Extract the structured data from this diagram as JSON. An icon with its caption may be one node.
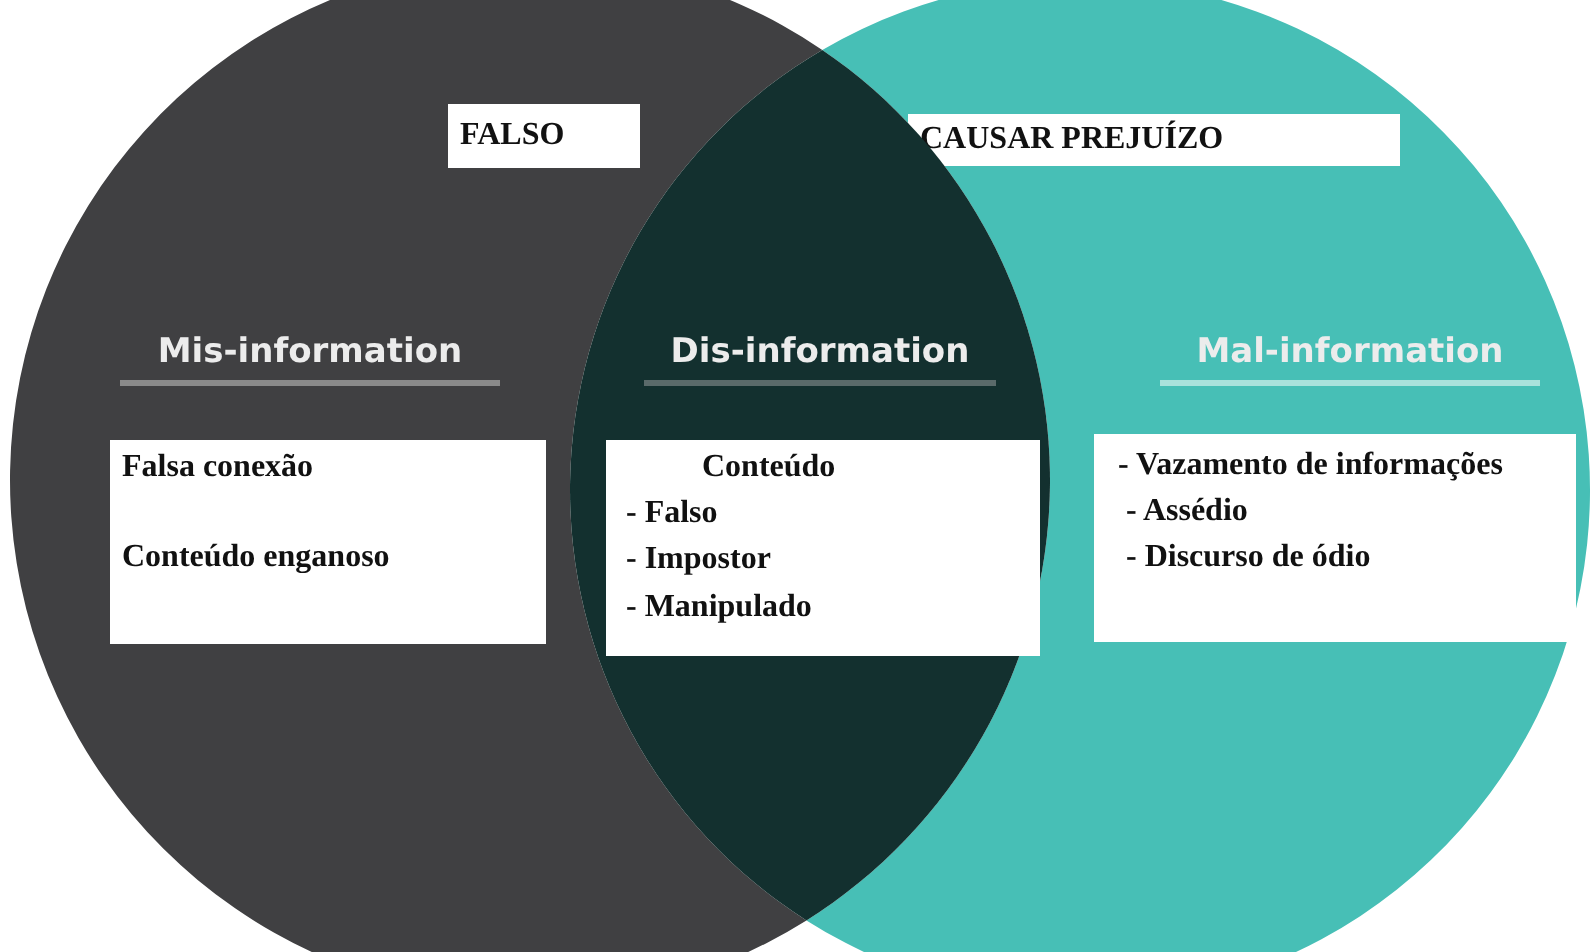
{
  "diagram": {
    "nodes": [
      {
        "text": [
          "Mis-information"
        ]
      },
      {
        "text": [
          "Mal-information"
        ]
      },
      {
        "text": [
          "Dis-information"
        ]
      },
      {
        "text": [
          "FALSO"
        ],
        "in": 0
      },
      {
        "text": [
          "CAUSAR PREJUÍZO"
        ],
        "in": 1
      },
      {
        "text": [
          "Falsa conexão",
          "Conteúdo enganoso"
        ],
        "in": 0
      },
      {
        "text": [
          "Conteúdo",
          "- Falso",
          "- Impostor",
          "- Manipulado"
        ],
        "in": 2
      },
      {
        "text": [
          "- Vazamento de informações",
          "- Assédio",
          "- Discurso de ódio"
        ],
        "in": 1
      }
    ],
    "edges": []
  }
}
